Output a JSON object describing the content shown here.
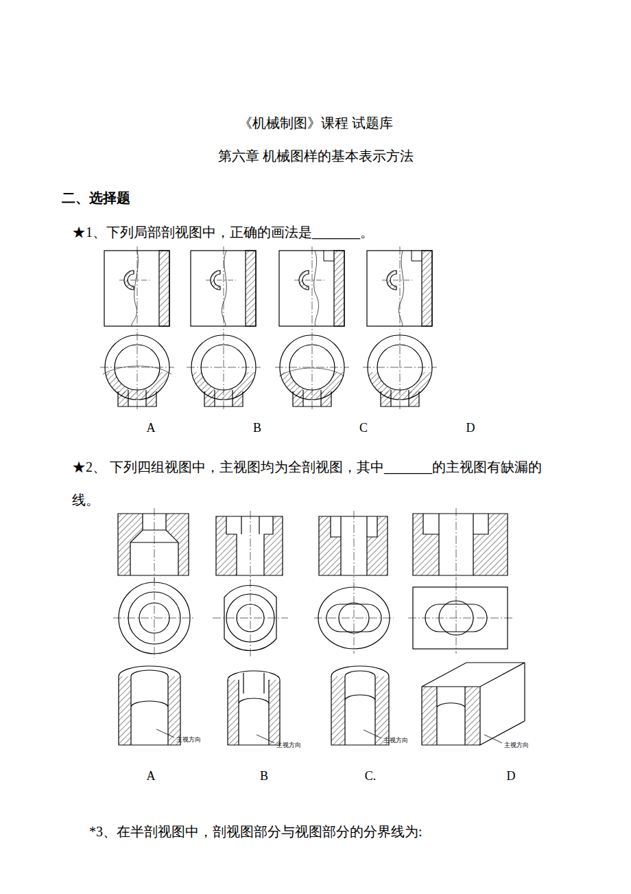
{
  "diagram": {
    "title": "《机械制图》课程  试题库",
    "labels": [
      "第六章 机械图样的基本表示方法",
      "二、选择题",
      "★1、下列局部剖视图中，正确的画法是_______。",
      "A",
      "B",
      "C",
      "D",
      "★2、 下列四组视图中，主视图均为全剖视图，其中_______的主视图有缺漏的线。",
      "A",
      "B",
      "C.",
      "D",
      "主视方向",
      "主视方向",
      "主视方向",
      "主视方向",
      "*3、在半剖视图中，剖视图部分与视图部分的分界线为:"
    ]
  }
}
